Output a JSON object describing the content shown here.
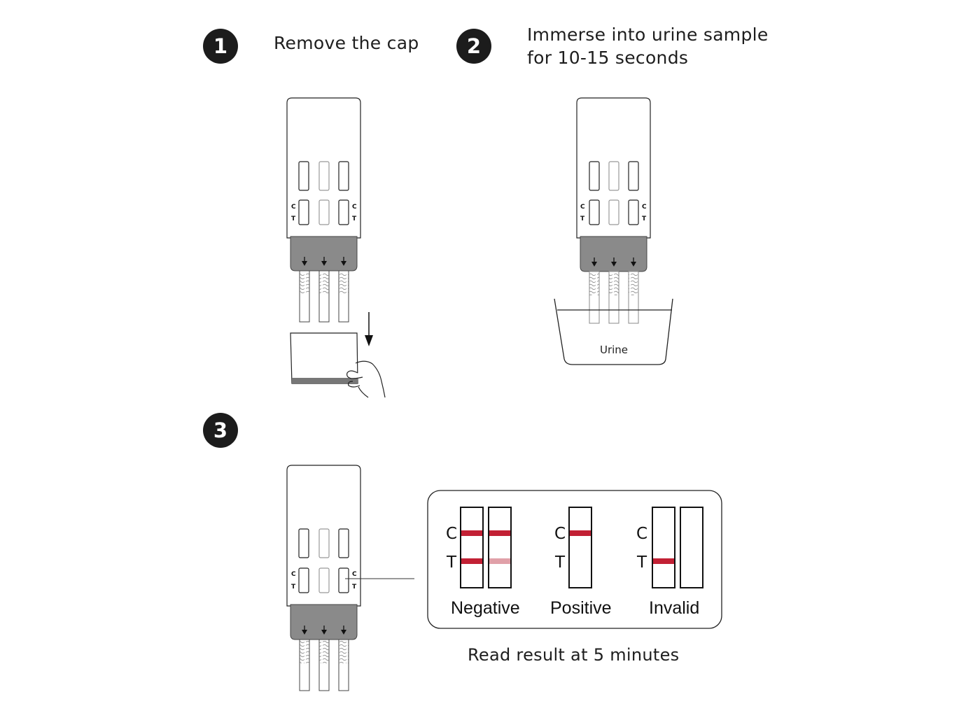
{
  "steps": [
    {
      "number": "1",
      "label": "Remove the cap"
    },
    {
      "number": "2",
      "label_line1": "Immerse into urine sample",
      "label_line2": "for 10-15 seconds"
    },
    {
      "number": "3"
    }
  ],
  "device": {
    "control_letter": "C",
    "test_letter": "T"
  },
  "cup_label": "Urine",
  "results": {
    "control_letter": "C",
    "test_letter": "T",
    "negative": "Negative",
    "positive": "Positive",
    "invalid": "Invalid"
  },
  "footer_note": "Read result at 5 minutes",
  "colors": {
    "badge": "#1c1c1c",
    "device_gray": "#8a8a8a",
    "line_red": "#c22034",
    "faint_line": "#e0a0a8"
  }
}
